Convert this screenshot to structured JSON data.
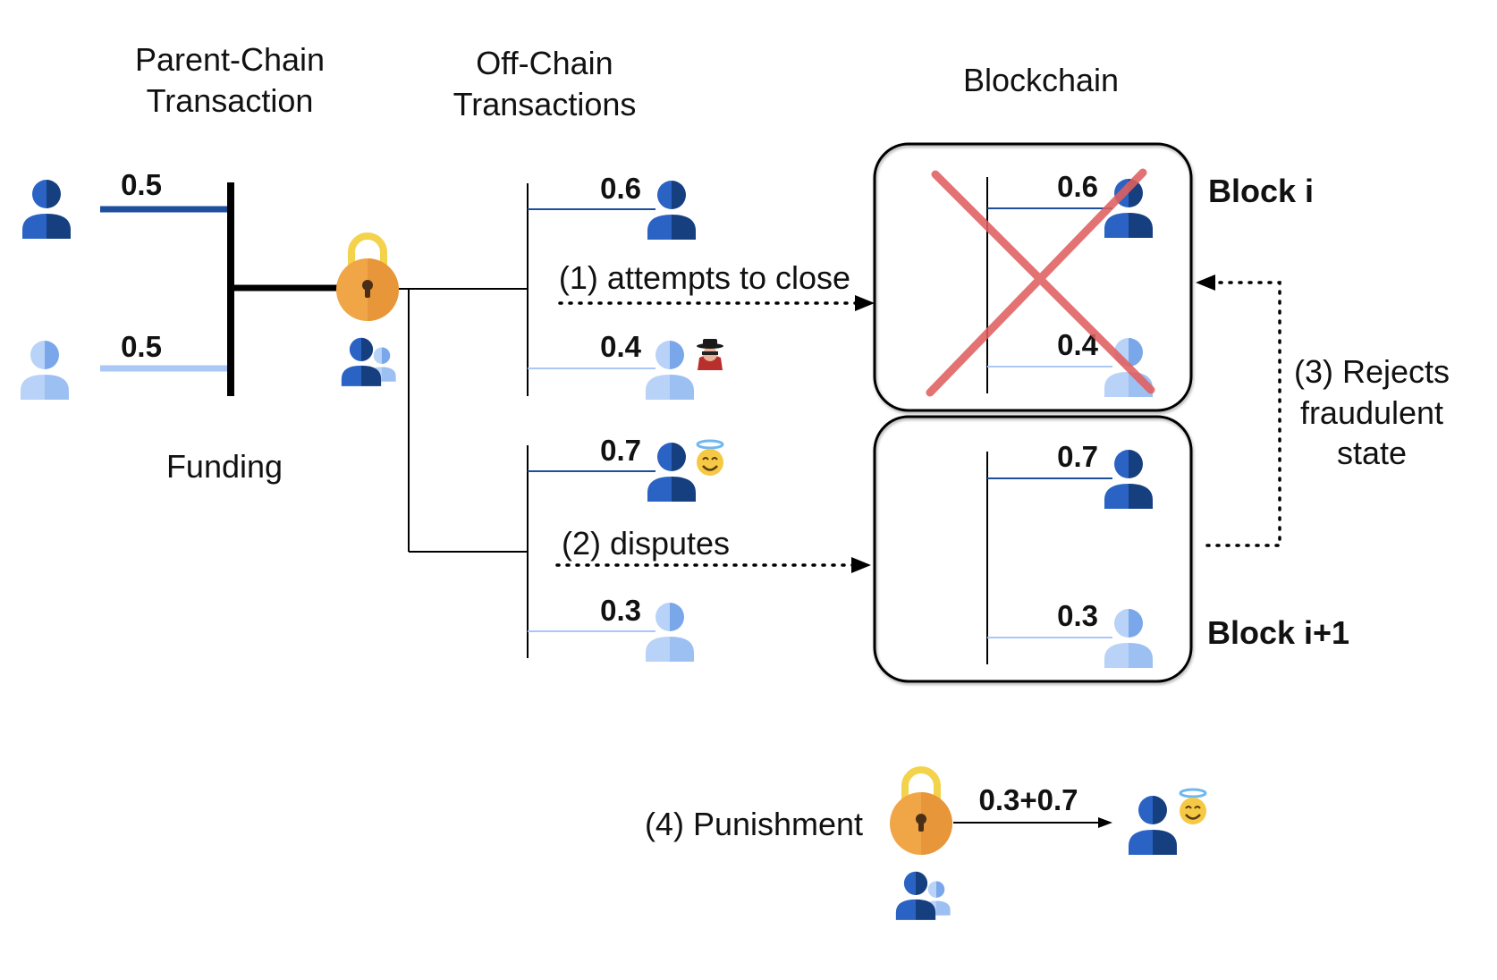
{
  "headers": {
    "parent_chain": [
      "Parent-Chain",
      "Transaction"
    ],
    "off_chain": [
      "Off-Chain",
      "Transactions"
    ],
    "blockchain": "Blockchain"
  },
  "funding": {
    "label": "Funding",
    "input_a": "0.5",
    "input_b": "0.5"
  },
  "off_chain_states": {
    "old": {
      "a": "0.6",
      "b": "0.4"
    },
    "latest": {
      "a": "0.7",
      "b": "0.3"
    }
  },
  "steps": {
    "attempt": "(1) attempts to close",
    "dispute": "(2) disputes",
    "reject": [
      "(3) Rejects",
      "fraudulent",
      "state"
    ],
    "punish": "(4) Punishment"
  },
  "blocks": {
    "block_i": {
      "label": "Block i",
      "a": "0.6",
      "b": "0.4",
      "rejected": true
    },
    "block_i1": {
      "label": "Block i+1",
      "a": "0.7",
      "b": "0.3"
    }
  },
  "punishment": {
    "amount": "0.3+0.7"
  },
  "colors": {
    "party_dark": "#1d4f9c",
    "party_light": "#a9c8f5",
    "lock": "#f0a647",
    "cross": "#e06060"
  },
  "icons": {
    "party": "person-icon",
    "lock": "padlock-icon",
    "cheater": "spy-icon",
    "honest": "angel-emoji-icon"
  }
}
